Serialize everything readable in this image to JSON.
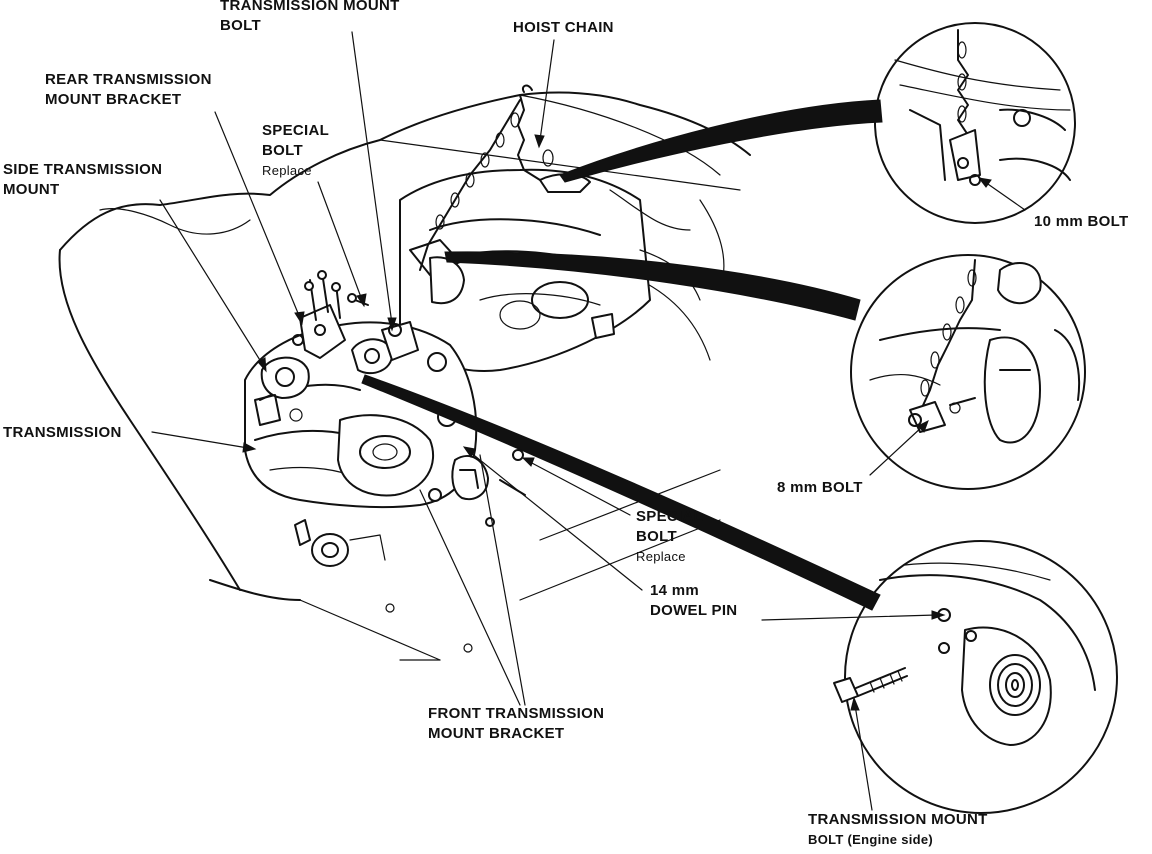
{
  "labels": {
    "transmission_mount_bolt_top_1": "TRANSMISSION MOUNT",
    "transmission_mount_bolt_top_2": "BOLT",
    "hoist_chain": "HOIST CHAIN",
    "rear_bracket_1": "REAR TRANSMISSION",
    "rear_bracket_2": "MOUNT BRACKET",
    "special_bolt_top_1": "SPECIAL",
    "special_bolt_top_2": "BOLT",
    "special_bolt_top_3": "Replace",
    "side_mount_1": "SIDE TRANSMISSION",
    "side_mount_2": "MOUNT",
    "transmission": "TRANSMISSION",
    "bolt_10mm": "10 mm BOLT",
    "bolt_8mm": "8 mm BOLT",
    "special_bolt_mid_1": "SPECIAL",
    "special_bolt_mid_2": "BOLT",
    "special_bolt_mid_3": "Replace",
    "dowel_1": "14 mm",
    "dowel_2": "DOWEL PIN",
    "front_bracket_1": "FRONT TRANSMISSION",
    "front_bracket_2": "MOUNT BRACKET",
    "mount_bolt_engine_1": "TRANSMISSION MOUNT",
    "mount_bolt_engine_2": "BOLT (Engine side)"
  }
}
